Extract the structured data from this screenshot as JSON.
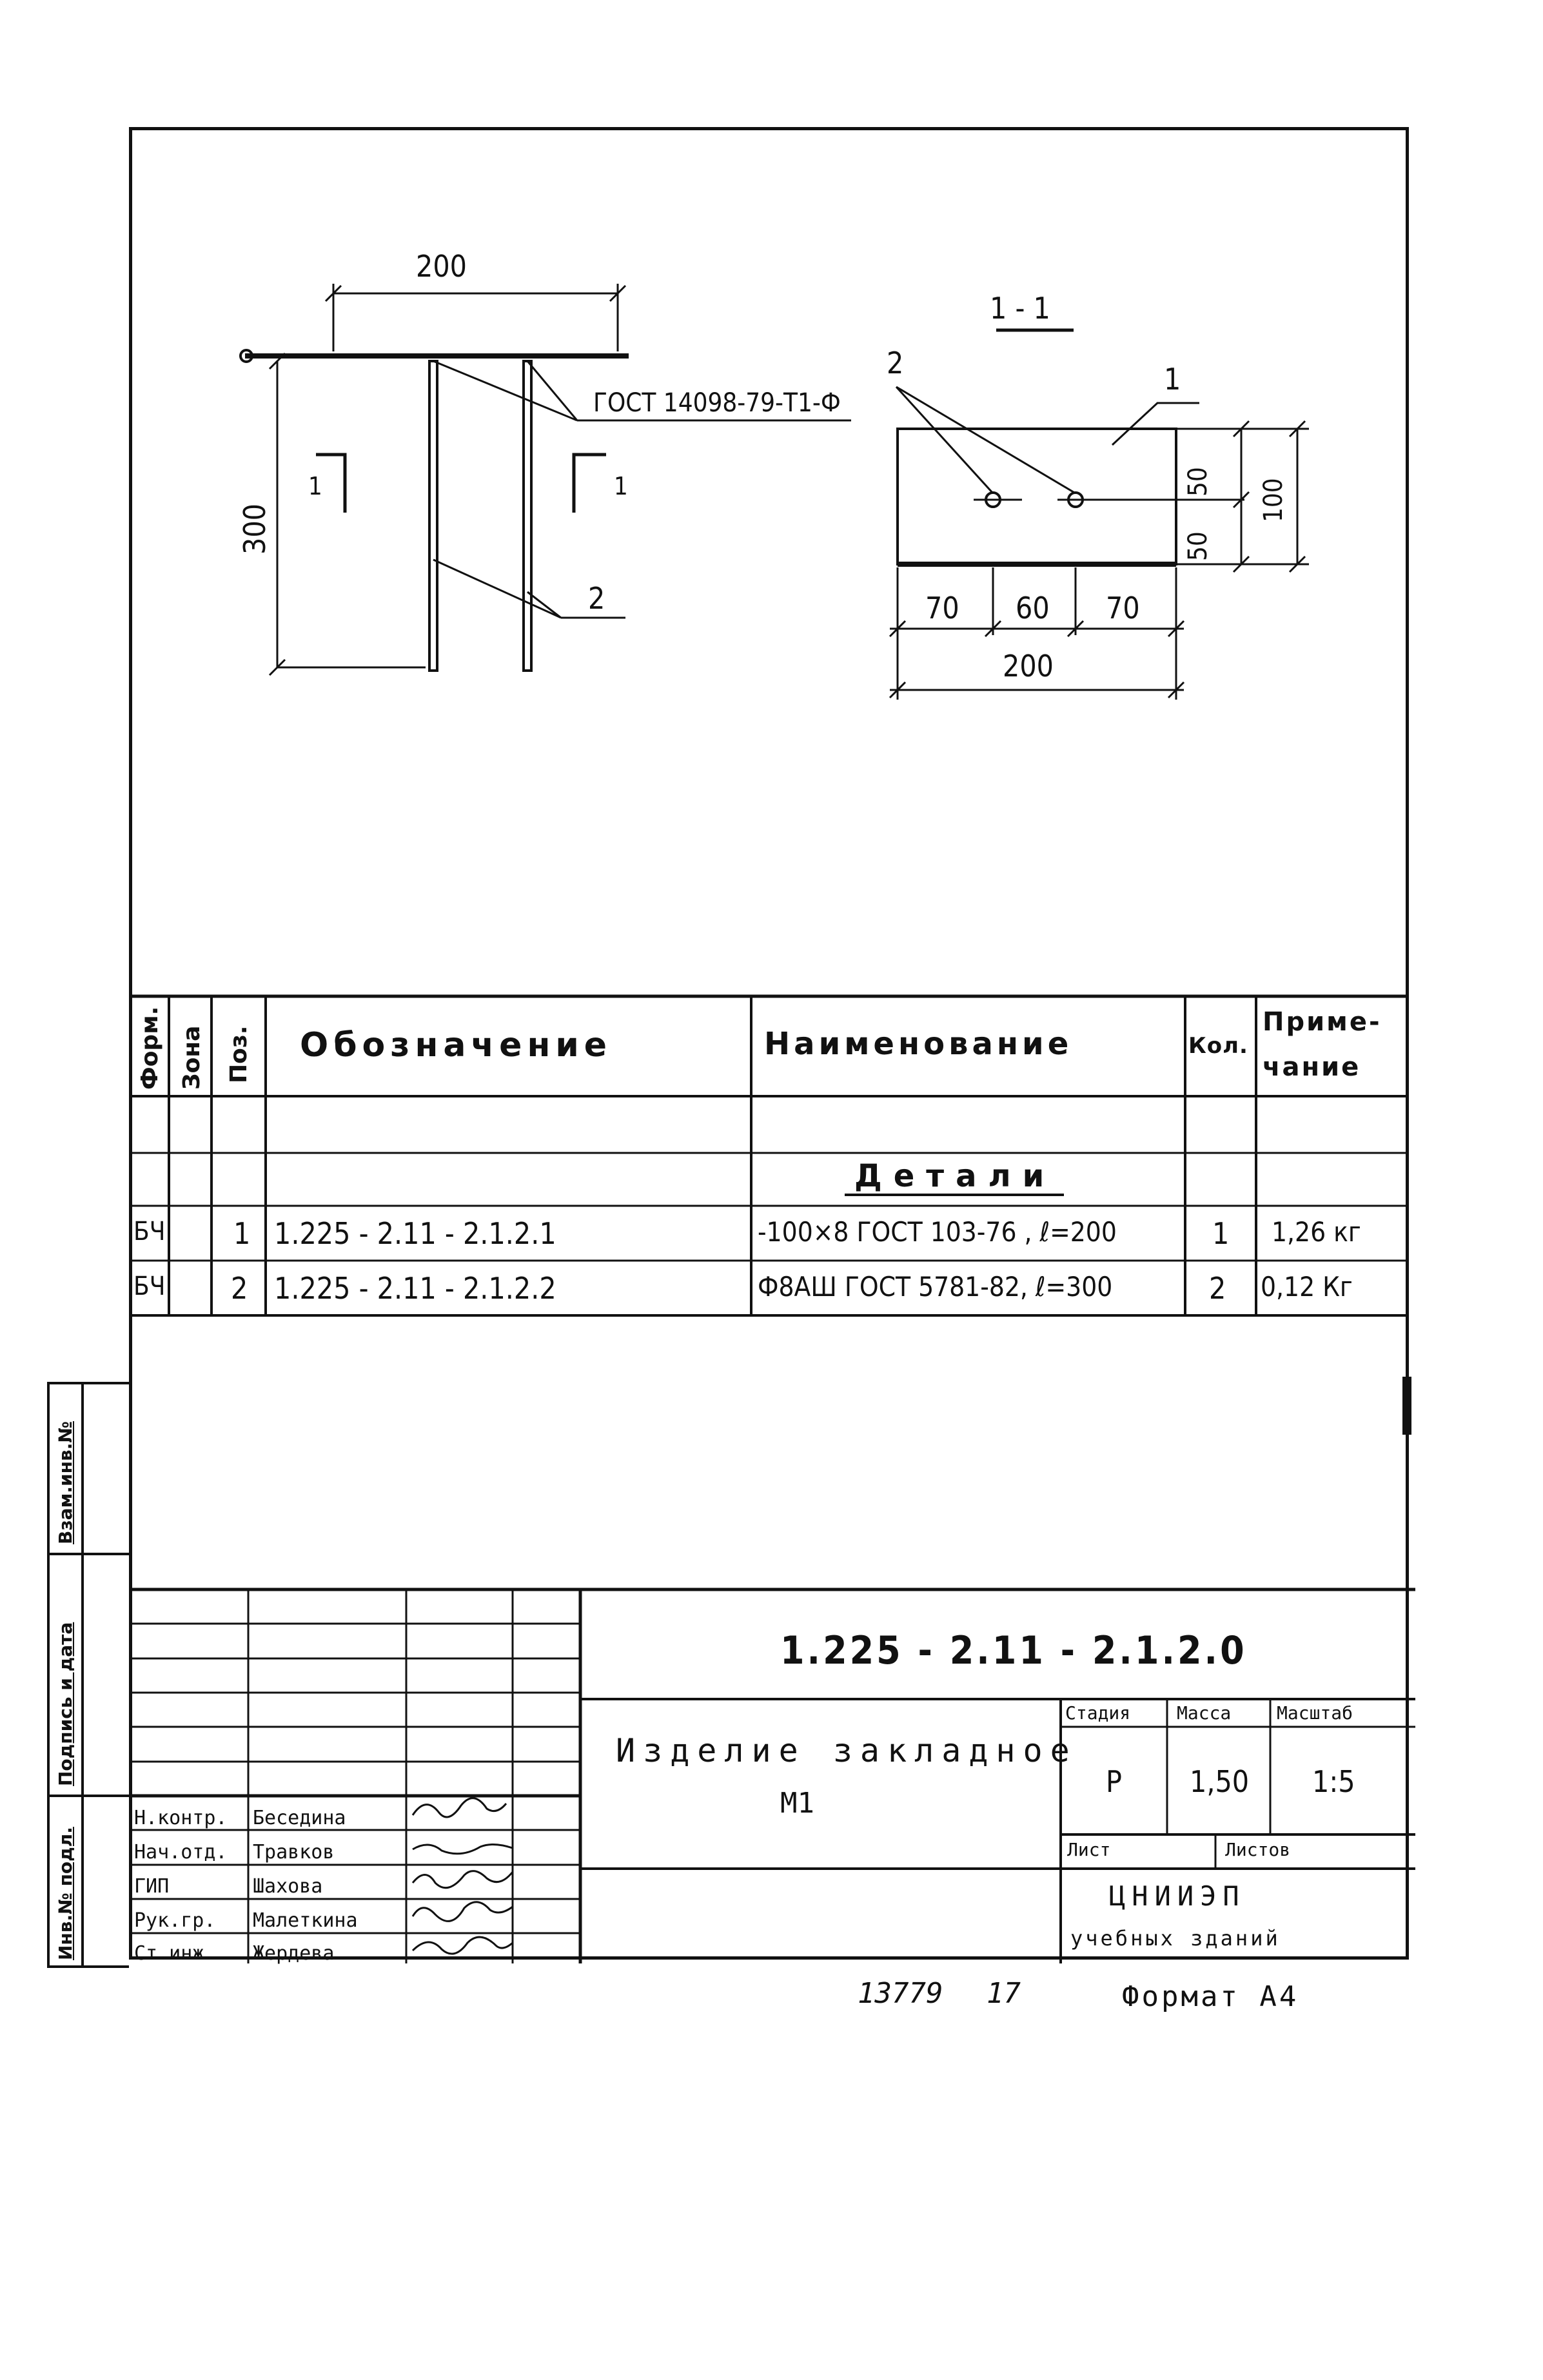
{
  "drawing": {
    "front_view": {
      "dim_width": "200",
      "dim_height": "300",
      "weld_note": "ГОСТ 14098-79-Т1-Ф",
      "section_mark": "1",
      "callout_bars": "2"
    },
    "section_view": {
      "title": "1 - 1",
      "callout_plate": "1",
      "callout_bars": "2",
      "dim_right_top": "50",
      "dim_right_bottom": "50",
      "dim_right_total": "100",
      "dim_bottom_left": "70",
      "dim_bottom_mid": "60",
      "dim_bottom_right": "70",
      "dim_bottom_total": "200"
    }
  },
  "spec_table": {
    "headers": {
      "format": "Форм.",
      "zone": "Зона",
      "pos": "Поз.",
      "designation": "Обозначение",
      "name": "Наименование",
      "qty": "Кол.",
      "note_line1": "Приме-",
      "note_line2": "чание"
    },
    "section_title": "Детали",
    "rows": [
      {
        "format": "БЧ",
        "zone": "",
        "pos": "1",
        "designation": "1.225 - 2.11 - 2.1.2.1",
        "name": "-100×8 ГОСТ 103-76 , ℓ=200",
        "qty": "1",
        "note": "1,26 кг"
      },
      {
        "format": "БЧ",
        "zone": "",
        "pos": "2",
        "designation": "1.225 - 2.11 - 2.1.2.2",
        "name": "Ф8АШ ГОСТ 5781-82, ℓ=300",
        "qty": "2",
        "note": "0,12 Кг"
      }
    ]
  },
  "side_labels": {
    "label1": "Взам.инв.№",
    "label2": "Подпись и дата",
    "label3": "Инв.№ подл."
  },
  "title_block": {
    "document_code": "1.225 - 2.11 - 2.1.2.0",
    "title_line1": "Изделие закладное",
    "title_line2": "М1",
    "stage_label": "Стадия",
    "mass_label": "Масса",
    "scale_label": "Масштаб",
    "stage_value": "Р",
    "mass_value": "1,50",
    "scale_value": "1:5",
    "sheet_label": "Лист",
    "sheets_label": "Листов",
    "org_line1": "ЦНИИЭП",
    "org_line2": "учебных зданий",
    "staff": [
      {
        "role": "Н.контр.",
        "name": "Беседина"
      },
      {
        "role": "Нач.отд.",
        "name": "Травков"
      },
      {
        "role": "ГИП",
        "name": "Шахова"
      },
      {
        "role": "Рук.гр.",
        "name": "Малеткина"
      },
      {
        "role": "Ст.инж.",
        "name": "Жердева"
      }
    ]
  },
  "footer": {
    "number": "13779",
    "sheet": "17",
    "format": "Формат А4"
  }
}
